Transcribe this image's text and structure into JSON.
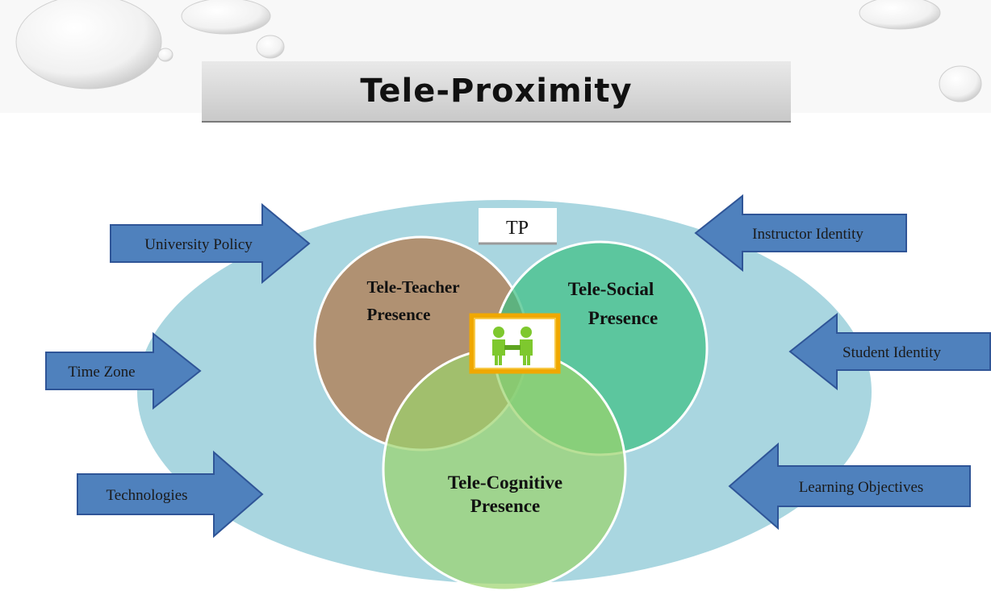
{
  "title": "Tele-Proximity",
  "center_label": "TP",
  "circles": {
    "teacher": [
      "Tele-Teacher",
      "Presence"
    ],
    "social": [
      "Tele-Social",
      "Presence"
    ],
    "cognitive": [
      "Tele-Cognitive",
      "Presence"
    ]
  },
  "left_arrows": [
    "University Policy",
    "Time Zone",
    "Technologies"
  ],
  "right_arrows": [
    "Instructor Identity",
    "Student Identity",
    "Learning Objectives"
  ],
  "center_icon": "handshake-people-icon",
  "colors": {
    "ellipse": "#a9d6e0",
    "arrow": "#4f81bd",
    "arrow_stroke": "#2f5597",
    "teacher": "#b08762",
    "social": "#3fbf84",
    "cognitive": "#9bd36b",
    "badge_border": "#f0a800"
  }
}
